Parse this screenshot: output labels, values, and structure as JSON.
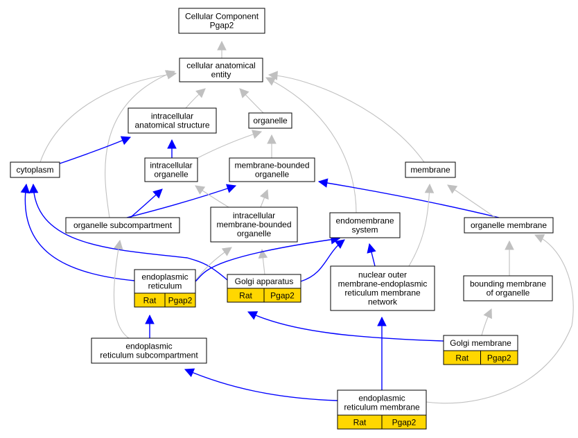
{
  "colors": {
    "is_a_edge": "#c0c0c0",
    "part_of_edge": "#0000ff",
    "annotation_fill": "#ffd700",
    "node_fill": "#ffffff"
  },
  "nodes": [
    {
      "id": "root",
      "lines": [
        "Cellular Component",
        "Pgap2"
      ]
    },
    {
      "id": "cae",
      "lines": [
        "cellular anatomical",
        "entity"
      ]
    },
    {
      "id": "ias",
      "lines": [
        "intracellular",
        "anatomical structure"
      ]
    },
    {
      "id": "organelle",
      "lines": [
        "organelle"
      ]
    },
    {
      "id": "cytoplasm",
      "lines": [
        "cytoplasm"
      ]
    },
    {
      "id": "io",
      "lines": [
        "intracellular",
        "organelle"
      ]
    },
    {
      "id": "mbo",
      "lines": [
        "membrane-bounded",
        "organelle"
      ]
    },
    {
      "id": "membrane",
      "lines": [
        "membrane"
      ]
    },
    {
      "id": "osub",
      "lines": [
        "organelle subcompartment"
      ]
    },
    {
      "id": "imbo",
      "lines": [
        "intracellular",
        "membrane-bounded",
        "organelle"
      ]
    },
    {
      "id": "endosys",
      "lines": [
        "endomembrane",
        "system"
      ]
    },
    {
      "id": "omem",
      "lines": [
        "organelle membrane"
      ]
    },
    {
      "id": "er",
      "lines": [
        "endoplasmic",
        "reticulum"
      ],
      "annotations": [
        "Rat",
        "Pgap2"
      ]
    },
    {
      "id": "golgi",
      "lines": [
        "Golgi apparatus"
      ],
      "annotations": [
        "Rat",
        "Pgap2"
      ]
    },
    {
      "id": "nomer",
      "lines": [
        "nuclear outer",
        "membrane-endoplasmic",
        "reticulum membrane",
        "network"
      ]
    },
    {
      "id": "bmo",
      "lines": [
        "bounding membrane",
        "of organelle"
      ]
    },
    {
      "id": "ersub",
      "lines": [
        "endoplasmic",
        "reticulum subcompartment"
      ]
    },
    {
      "id": "golgimem",
      "lines": [
        "Golgi membrane"
      ],
      "annotations": [
        "Rat",
        "Pgap2"
      ]
    },
    {
      "id": "ermem",
      "lines": [
        "endoplasmic",
        "reticulum membrane"
      ],
      "annotations": [
        "Rat",
        "Pgap2"
      ]
    }
  ],
  "edges": [
    {
      "from": "cae",
      "to": "root",
      "type": "is_a"
    },
    {
      "from": "ias",
      "to": "cae",
      "type": "is_a"
    },
    {
      "from": "organelle",
      "to": "cae",
      "type": "is_a"
    },
    {
      "from": "cytoplasm",
      "to": "cae",
      "type": "is_a"
    },
    {
      "from": "membrane",
      "to": "cae",
      "type": "is_a"
    },
    {
      "from": "osub",
      "to": "cae",
      "type": "is_a"
    },
    {
      "from": "endosys",
      "to": "cae",
      "type": "is_a"
    },
    {
      "from": "cytoplasm",
      "to": "ias",
      "type": "part_of"
    },
    {
      "from": "io",
      "to": "ias",
      "type": "part_of"
    },
    {
      "from": "io",
      "to": "organelle",
      "type": "is_a"
    },
    {
      "from": "mbo",
      "to": "organelle",
      "type": "is_a"
    },
    {
      "from": "osub",
      "to": "io",
      "type": "part_of"
    },
    {
      "from": "osub",
      "to": "mbo",
      "type": "part_of"
    },
    {
      "from": "imbo",
      "to": "io",
      "type": "is_a"
    },
    {
      "from": "imbo",
      "to": "mbo",
      "type": "is_a"
    },
    {
      "from": "omem",
      "to": "mbo",
      "type": "part_of"
    },
    {
      "from": "omem",
      "to": "membrane",
      "type": "is_a"
    },
    {
      "from": "er",
      "to": "cytoplasm",
      "type": "part_of"
    },
    {
      "from": "golgi",
      "to": "cytoplasm",
      "type": "part_of"
    },
    {
      "from": "er",
      "to": "imbo",
      "type": "is_a"
    },
    {
      "from": "golgi",
      "to": "imbo",
      "type": "is_a"
    },
    {
      "from": "er",
      "to": "endosys",
      "type": "part_of"
    },
    {
      "from": "golgi",
      "to": "endosys",
      "type": "part_of"
    },
    {
      "from": "nomer",
      "to": "endosys",
      "type": "part_of"
    },
    {
      "from": "nomer",
      "to": "membrane",
      "type": "is_a"
    },
    {
      "from": "bmo",
      "to": "omem",
      "type": "is_a"
    },
    {
      "from": "ersub",
      "to": "er",
      "type": "part_of"
    },
    {
      "from": "ersub",
      "to": "osub",
      "type": "is_a"
    },
    {
      "from": "golgimem",
      "to": "golgi",
      "type": "part_of"
    },
    {
      "from": "golgimem",
      "to": "bmo",
      "type": "is_a"
    },
    {
      "from": "ermem",
      "to": "ersub",
      "type": "part_of"
    },
    {
      "from": "ermem",
      "to": "nomer",
      "type": "part_of"
    },
    {
      "from": "ermem",
      "to": "omem",
      "type": "is_a"
    }
  ]
}
